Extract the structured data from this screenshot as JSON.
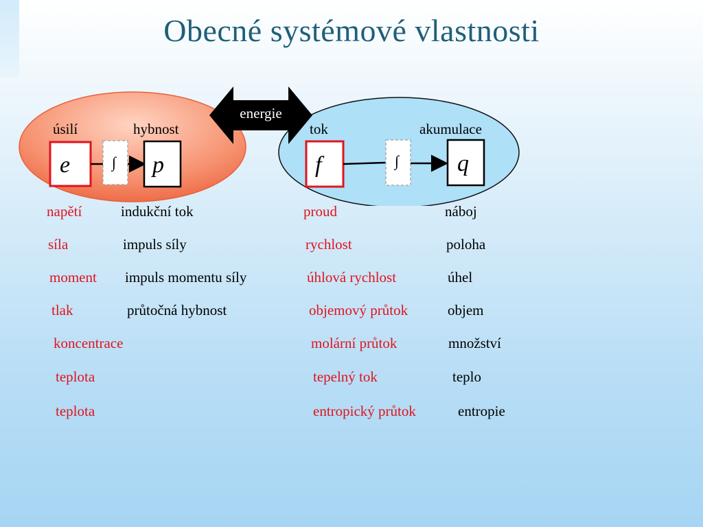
{
  "title": "Obecné  systémové vlastnosti",
  "diagram": {
    "arrow_label": "energie",
    "left": {
      "label_a": "úsilí",
      "label_b": "hybnost",
      "var_a": "e",
      "var_b": "p",
      "integral": "∫"
    },
    "right": {
      "label_a": "tok",
      "label_b": "akumulace",
      "var_a": "f",
      "var_b": "q",
      "integral": "∫"
    }
  },
  "table": {
    "rows": [
      {
        "effort": "napětí",
        "momentum": "indukční tok",
        "flow": "proud",
        "accum": "náboj"
      },
      {
        "effort": "síla",
        "momentum": "impuls síly",
        "flow": "rychlost",
        "accum": "poloha"
      },
      {
        "effort": "moment",
        "momentum": "impuls momentu síly",
        "flow": "úhlová rychlost",
        "accum": "úhel"
      },
      {
        "effort": "tlak",
        "momentum": "průtočná hybnost",
        "flow": "objemový průtok",
        "accum": "objem"
      },
      {
        "effort": "koncentrace",
        "momentum": "",
        "flow": "molární průtok",
        "accum": "množství"
      },
      {
        "effort": "teplota",
        "momentum": "",
        "flow": "tepelný tok",
        "accum": "teplo"
      },
      {
        "effort": "teplota",
        "momentum": "",
        "flow": "entropický průtok",
        "accum": "entropie"
      }
    ]
  },
  "colors": {
    "title": "#1f5f7a",
    "left_ellipse": "#f4805e",
    "right_ellipse": "#aee0f7",
    "effort_text": "#e0141e",
    "box_red": "#e0141e",
    "arrow": "#000000"
  }
}
